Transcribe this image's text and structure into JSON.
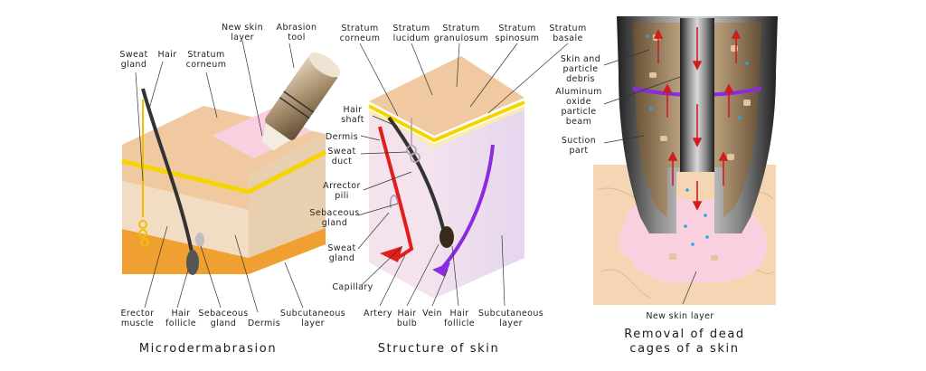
{
  "panels": {
    "micro": {
      "caption": "Microdermabrasion",
      "labels": {
        "sweat_gland": [
          "Sweat",
          "gland"
        ],
        "hair": [
          "Hair"
        ],
        "stratum_corneum": [
          "Stratum",
          "corneum"
        ],
        "new_skin_layer": [
          "New skin",
          "layer"
        ],
        "abrasion_tool": [
          "Abrasion",
          "tool"
        ],
        "erector_muscle": [
          "Erector",
          "muscle"
        ],
        "hair_follicle": [
          "Hair",
          "follicle"
        ],
        "sebaceous_gland": [
          "Sebaceous",
          "gland"
        ],
        "dermis": [
          "Dermis"
        ],
        "subcutaneous_layer": [
          "Subcutaneous",
          "layer"
        ]
      }
    },
    "structure": {
      "caption": "Structure of skin",
      "labels": {
        "stratum_corneum": [
          "Stratum",
          "corneum"
        ],
        "stratum_lucidum": [
          "Stratum",
          "lucidum"
        ],
        "stratum_granulosum": [
          "Stratum",
          "granulosum"
        ],
        "stratum_spinosum": [
          "Stratum",
          "spinosum"
        ],
        "stratum_basale": [
          "Stratum",
          "basale"
        ],
        "hair_shaft": [
          "Hair",
          "shaft"
        ],
        "dermis": [
          "Dermis"
        ],
        "sweat_duct": [
          "Sweat",
          "duct"
        ],
        "arrector_pili": [
          "Arrector",
          "pili"
        ],
        "sebaceous_gland": [
          "Sebaceous",
          "gland"
        ],
        "sweat_gland": [
          "Sweat",
          "gland"
        ],
        "capillary": [
          "Capillary"
        ],
        "artery": [
          "Artery"
        ],
        "hair_bulb": [
          "Hair",
          "bulb"
        ],
        "vein": [
          "Vein"
        ],
        "hair_follicle": [
          "Hair",
          "follicle"
        ],
        "subcutaneous_layer": [
          "Subcutaneous",
          "layer"
        ]
      }
    },
    "removal": {
      "caption": [
        "Removal of dead",
        "cages of a skin"
      ],
      "labels": {
        "skin_debris": [
          "Skin and",
          "particle",
          "debris"
        ],
        "aluminum_oxide": [
          "Aluminum",
          "oxide",
          "particle",
          "beam"
        ],
        "suction_part": [
          "Suction",
          "part"
        ],
        "new_skin_layer": [
          "New skin layer"
        ]
      }
    }
  },
  "colors": {
    "epidermis": "#f0c9a0",
    "dermis": "#f3dcc4",
    "subcutaneous": "#f0a030",
    "yellow_band": "#f6d400",
    "new_skin": "#f8d0e0",
    "artery": "#e31c1c",
    "vein": "#8a2be2",
    "tool_metal": "#8a8a8a",
    "tool_dark": "#2e2e2e",
    "skin_plate": "#f4d6b4",
    "particle_blue": "#2aa4e0"
  }
}
